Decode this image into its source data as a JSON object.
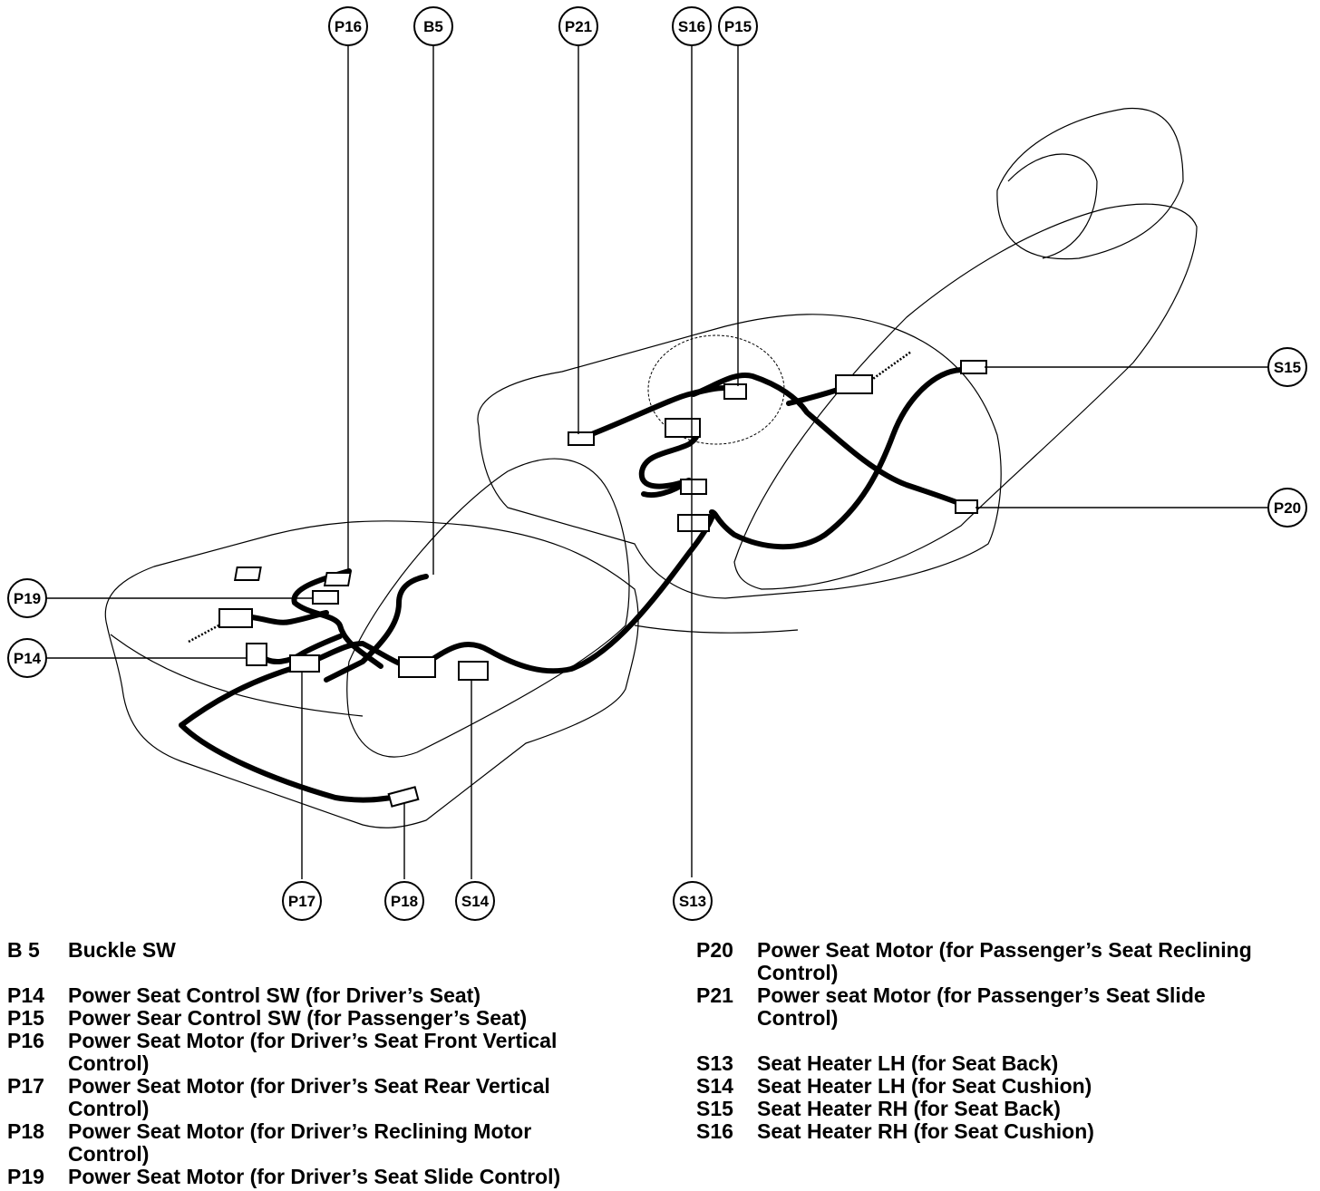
{
  "callouts": {
    "P16": "P16",
    "B5": "B5",
    "P21": "P21",
    "S16": "S16",
    "P15": "P15",
    "S15": "S15",
    "P20": "P20",
    "P19": "P19",
    "P14": "P14",
    "P17": "P17",
    "P18": "P18",
    "S14": "S14",
    "S13": "S13"
  },
  "legend_left": [
    {
      "code": "B 5",
      "desc": "Buckle SW"
    },
    {
      "code": "P14",
      "desc": "Power Seat Control SW (for Driver’s Seat)"
    },
    {
      "code": "P15",
      "desc": "Power Sear Control SW (for Passenger’s Seat)"
    },
    {
      "code": "P16",
      "desc": "Power Seat Motor (for Driver’s Seat Front Vertical\nControl)"
    },
    {
      "code": "P17",
      "desc": "Power Seat Motor (for Driver’s Seat Rear Vertical\nControl)"
    },
    {
      "code": "P18",
      "desc": "Power Seat Motor (for Driver’s Reclining Motor\nControl)"
    },
    {
      "code": "P19",
      "desc": "Power Seat Motor (for Driver’s Seat Slide Control)"
    }
  ],
  "legend_right": [
    {
      "code": "P20",
      "desc": "Power Seat Motor (for Passenger’s Seat Reclining\nControl)"
    },
    {
      "code": "P21",
      "desc": "Power seat Motor (for Passenger’s Seat Slide\nControl)"
    },
    {
      "code": "S13",
      "desc": "Seat Heater LH (for Seat Back)"
    },
    {
      "code": "S14",
      "desc": "Seat Heater LH (for Seat Cushion)"
    },
    {
      "code": "S15",
      "desc": "Seat Heater RH (for Seat Back)"
    },
    {
      "code": "S16",
      "desc": "Seat Heater RH (for Seat Cushion)"
    }
  ]
}
